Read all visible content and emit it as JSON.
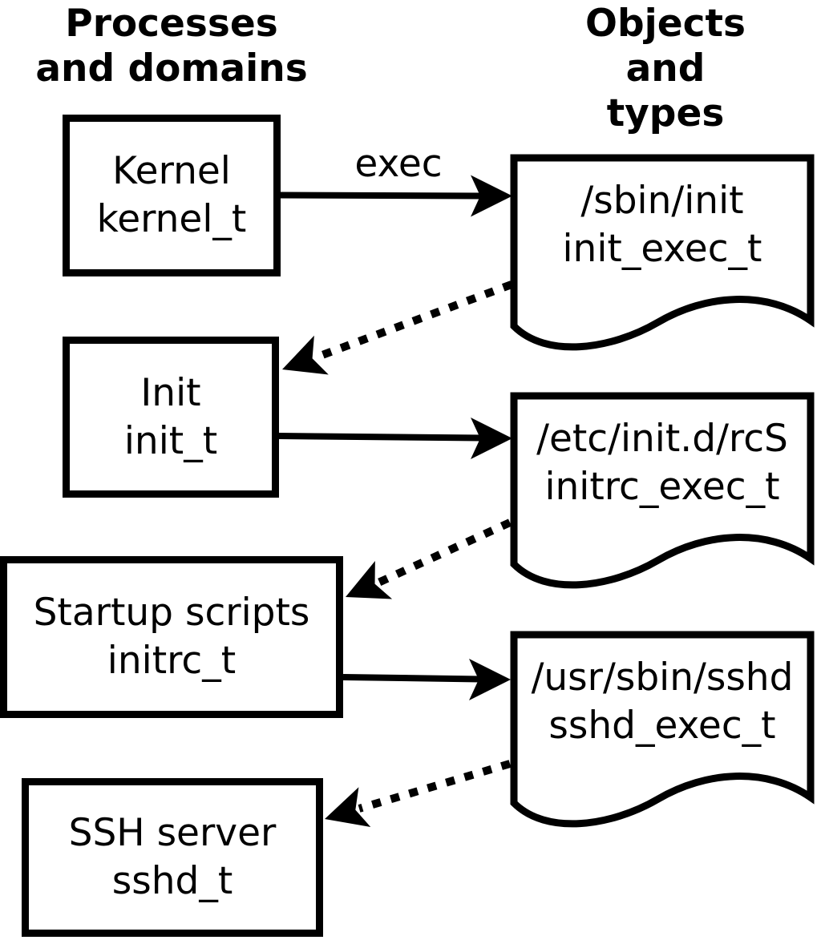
{
  "headers": {
    "left": "Processes\nand domains",
    "right": "Objects and\ntypes"
  },
  "arrow_label": "exec",
  "processes": [
    {
      "name": "Kernel",
      "type": "kernel_t"
    },
    {
      "name": "Init",
      "type": "init_t"
    },
    {
      "name": "Startup scripts",
      "type": "initrc_t"
    },
    {
      "name": "SSH server",
      "type": "sshd_t"
    }
  ],
  "objects": [
    {
      "path": "/sbin/init",
      "type": "init_exec_t"
    },
    {
      "path": "/etc/init.d/rcS",
      "type": "initrc_exec_t"
    },
    {
      "path": "/usr/sbin/sshd",
      "type": "sshd_exec_t"
    }
  ],
  "colors": {
    "foreground": "#000000",
    "background": "#ffffff"
  }
}
